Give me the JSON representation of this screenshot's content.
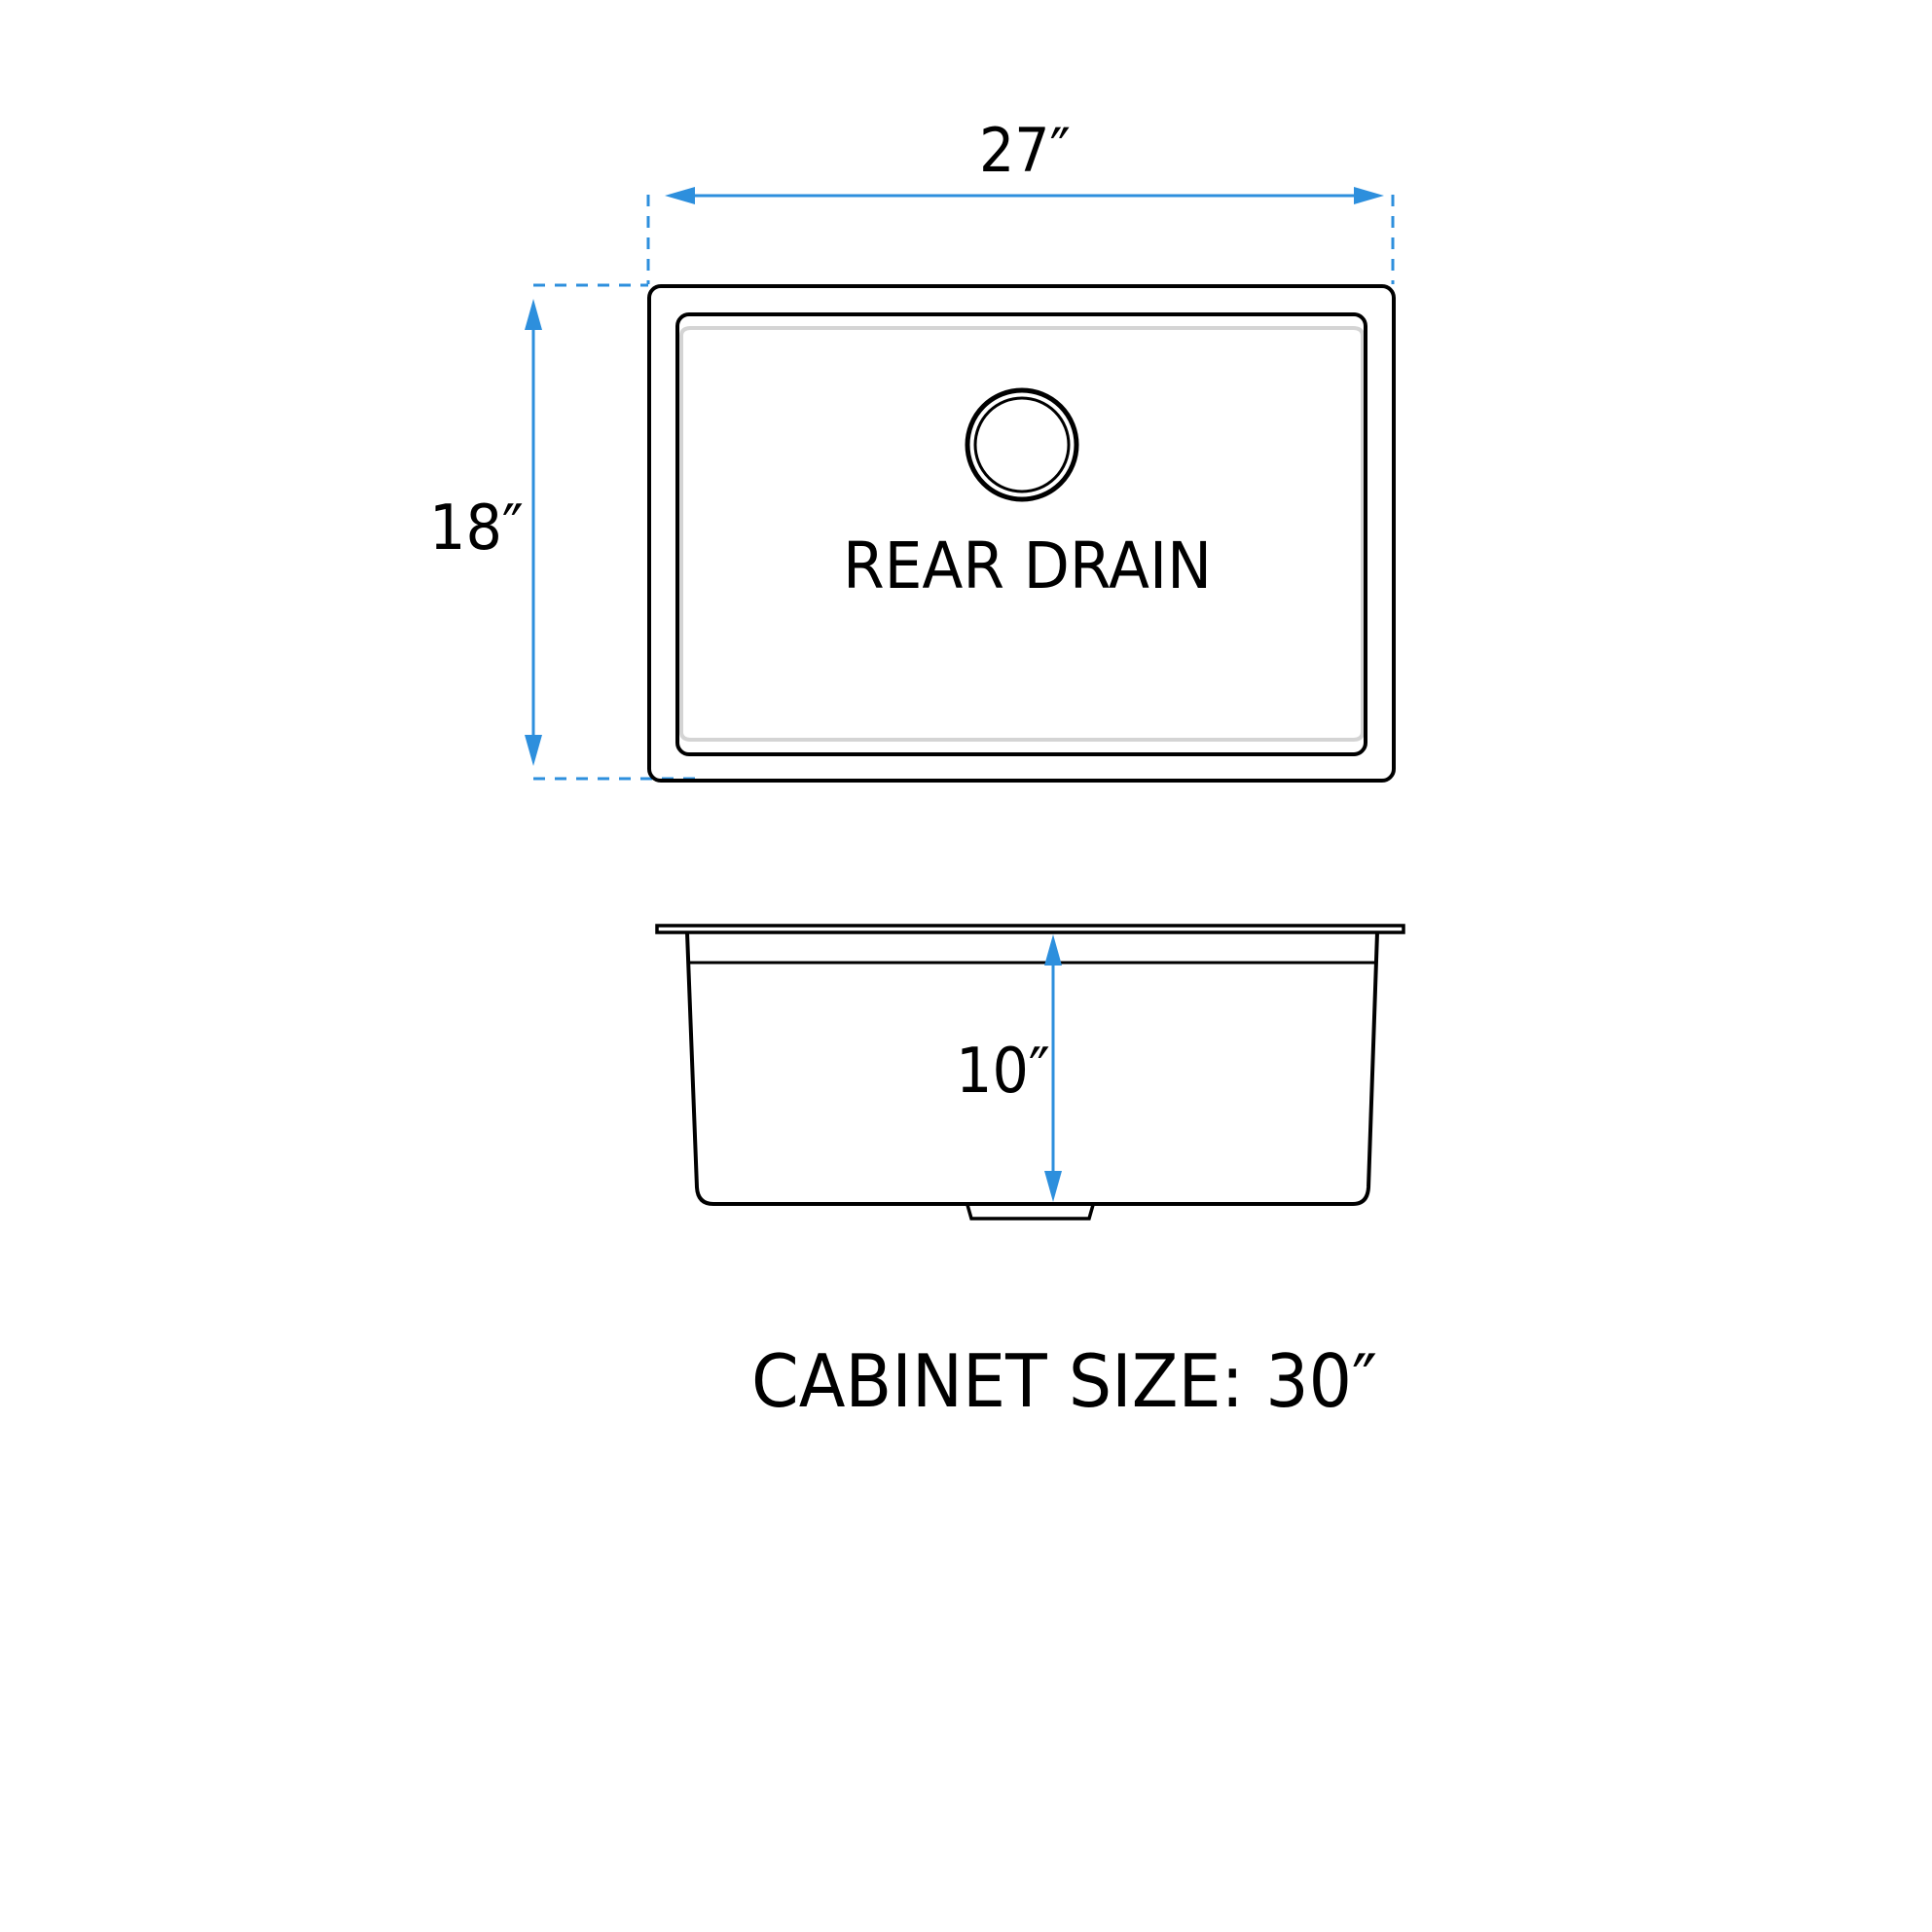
{
  "diagram": {
    "title": "Undermount sink dimensions",
    "colors": {
      "dimension_blue": "#2d8fdd",
      "outline": "#000000",
      "inner_shadow": "#d4d4d4",
      "background": "#ffffff"
    },
    "top_view": {
      "width_label": "27″",
      "length_label": "18″",
      "drain_label": "REAR DRAIN",
      "drain_icon": "circle-drain-icon"
    },
    "side_view": {
      "depth_label": "10″"
    },
    "footer": {
      "cabinet_size_label": "CABINET SIZE: 30″"
    },
    "dimensions": {
      "width_in": 27,
      "length_in": 18,
      "depth_in": 10,
      "cabinet_size_in": 30
    }
  }
}
